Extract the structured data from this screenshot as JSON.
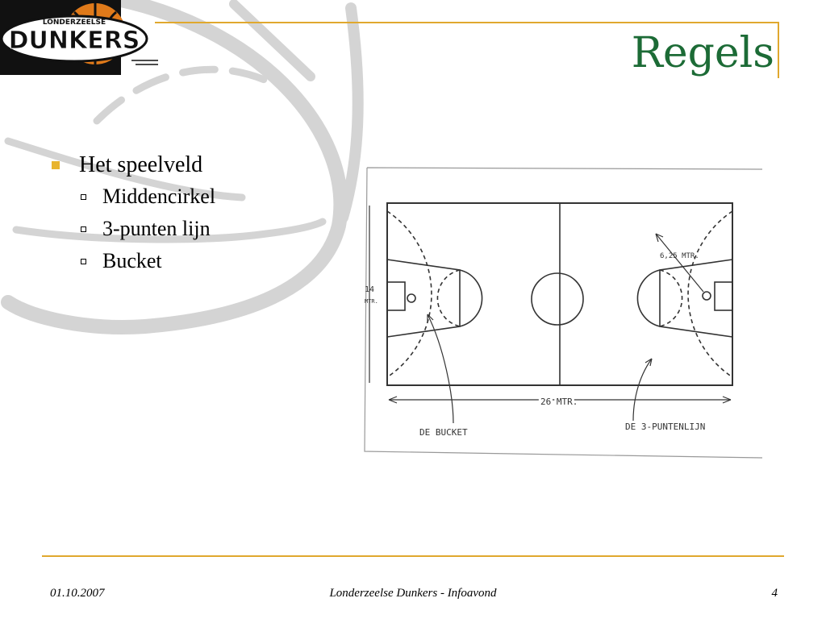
{
  "slide": {
    "title": "Regels"
  },
  "logo": {
    "small_text": "LONDERZEELSE",
    "big_text": "DUNKERS"
  },
  "bullets": [
    {
      "text": "Het speelveld",
      "children": [
        {
          "text": "Middencirkel"
        },
        {
          "text": "3-punten lijn"
        },
        {
          "text": "Bucket"
        }
      ]
    }
  ],
  "court_diagram": {
    "label_distance": "6,25 MTR.",
    "label_length": "26 MTR.",
    "label_bucket": "DE BUCKET",
    "label_three_point": "DE 3-PUNTENLIJN",
    "label_width": "14",
    "label_width_unit": "MTR."
  },
  "footer": {
    "date": "01.10.2007",
    "center": "Londerzeelse Dunkers - Infoavond",
    "page": "4"
  },
  "colors": {
    "title": "#1c6b36",
    "accent": "#e0a82e",
    "bullet": "#e8b42f"
  }
}
